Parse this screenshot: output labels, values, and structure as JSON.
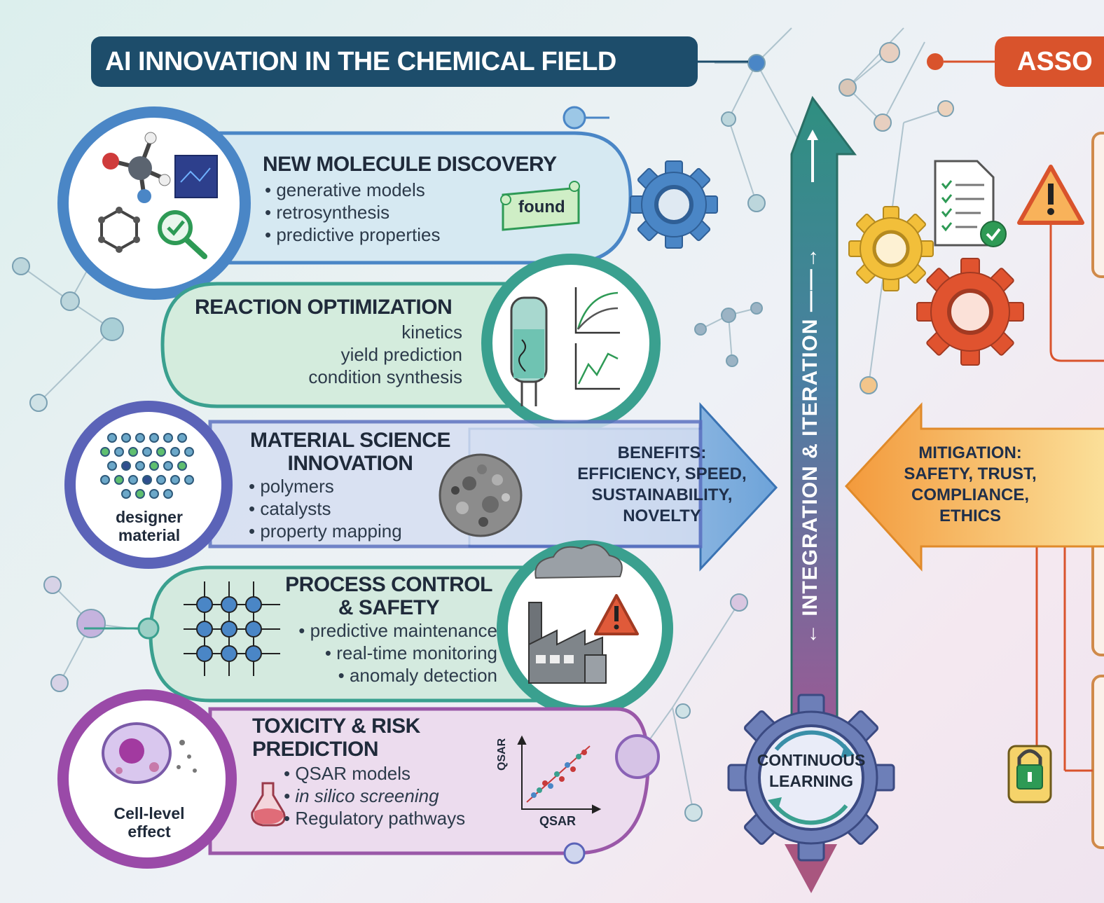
{
  "header": {
    "title": "AI INNOVATION IN THE CHEMICAL FIELD",
    "right_title": "ASSO"
  },
  "sections": [
    {
      "title_lines": [
        "NEW MOLECULE DISCOVERY"
      ],
      "items": [
        "• generative models",
        "• retrosynthesis",
        "• predictive properties"
      ],
      "badge": "found"
    },
    {
      "title_lines": [
        "REACTION OPTIMIZATION"
      ],
      "items": [
        "kinetics",
        "yield prediction",
        "condition synthesis"
      ]
    },
    {
      "title_lines": [
        "MATERIAL SCIENCE",
        "INNOVATION"
      ],
      "items": [
        "• polymers",
        "• catalysts",
        "• property mapping"
      ],
      "caption_lines": [
        "designer",
        "material"
      ]
    },
    {
      "title_lines": [
        "PROCESS CONTROL",
        "& SAFETY"
      ],
      "items": [
        "• predictive maintenance",
        "• real-time monitoring",
        "• anomaly detection"
      ]
    },
    {
      "title_lines": [
        "TOXICITY & RISK",
        "PREDICTION"
      ],
      "items": [
        "• QSAR models",
        "• in silico screening",
        "• Regulatory pathways"
      ],
      "caption_lines": [
        "Cell-level",
        "effect"
      ],
      "plot_x_label": "QSAR",
      "plot_y_label": "QSAR"
    }
  ],
  "benefits": {
    "lines": [
      "BENEFITS:",
      "EFFICIENCY, SPEED,",
      "SUSTAINABILITY,",
      "NOVELTY"
    ]
  },
  "mitigation": {
    "lines": [
      "MITIGATION:",
      "SAFETY, TRUST,",
      "COMPLIANCE,",
      "ETHICS"
    ]
  },
  "vertical_label": "← INTEGRATION & ITERATION ——→",
  "cycle": {
    "lines": [
      "CONTINUOUS",
      "LEARNING"
    ]
  },
  "colors": {
    "navy": "#1d4d6b",
    "teal": "#3aa08f",
    "blue": "#4a86c6",
    "purple": "#8a62b6",
    "orange": "#d9532c",
    "yellow": "#f2bf3a"
  }
}
